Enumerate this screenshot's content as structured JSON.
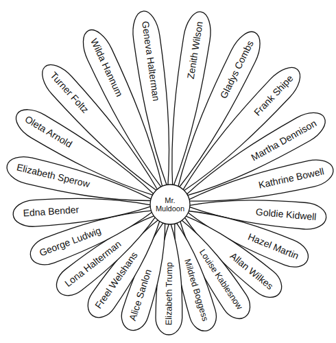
{
  "diagram": {
    "nodes": [
      {
        "text": [
          "Mr. Muldoon"
        ]
      },
      {
        "text": [
          "Geneva Halterman"
        ]
      },
      {
        "text": [
          "Zenith Wilson"
        ]
      },
      {
        "text": [
          "Gladys Combs"
        ]
      },
      {
        "text": [
          "Frank Shipe"
        ]
      },
      {
        "text": [
          "Martha Dennison"
        ]
      },
      {
        "text": [
          "Kathrine Bowell"
        ]
      },
      {
        "text": [
          "Goldie Kidwell"
        ]
      },
      {
        "text": [
          "Hazel Martin"
        ]
      },
      {
        "text": [
          "Allan Wilkes"
        ]
      },
      {
        "text": [
          "Louise Kablesnow"
        ]
      },
      {
        "text": [
          "Mildred Boggess"
        ]
      },
      {
        "text": [
          "Elizabeth Trump"
        ]
      },
      {
        "text": [
          "Alice Sanlon"
        ]
      },
      {
        "text": [
          "Freel Welshans"
        ]
      },
      {
        "text": [
          "Lona Halterman"
        ]
      },
      {
        "text": [
          "George Ludwig"
        ]
      },
      {
        "text": [
          "Edna Bender"
        ]
      },
      {
        "text": [
          "Elizabeth Sperow"
        ]
      },
      {
        "text": [
          "Oleta Arnold"
        ]
      },
      {
        "text": [
          "Turner Foltz"
        ]
      },
      {
        "text": [
          "Wilda Hannum"
        ]
      }
    ]
  }
}
